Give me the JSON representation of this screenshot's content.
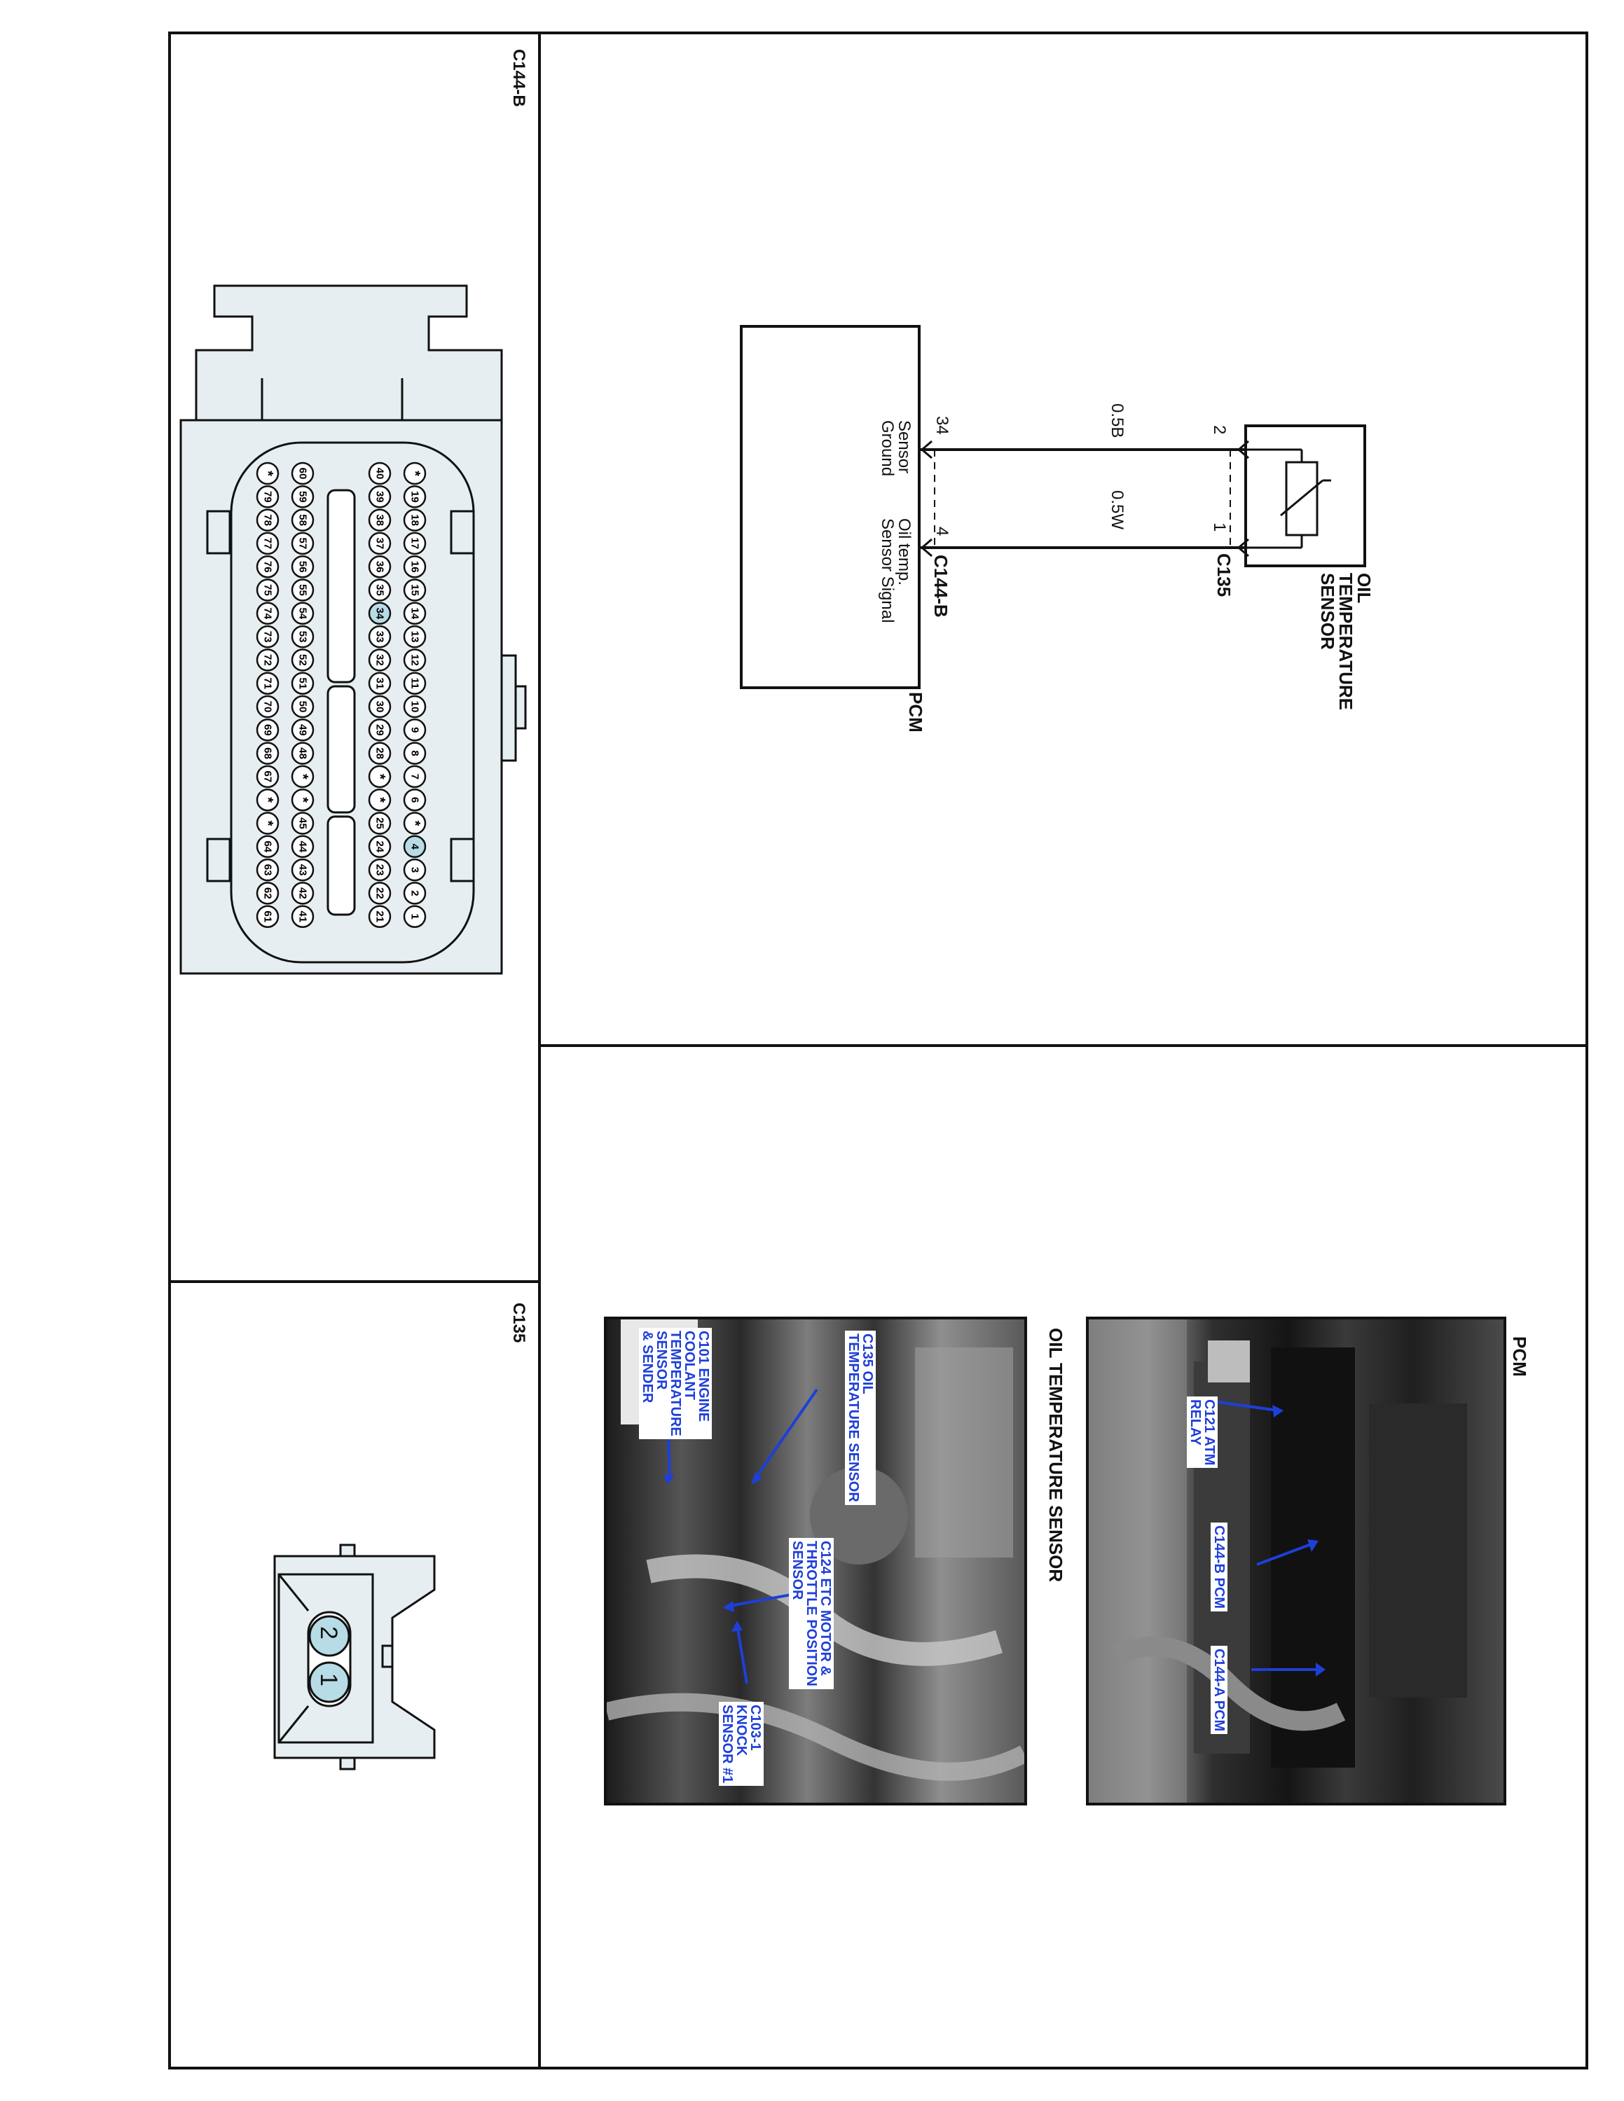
{
  "panels": {
    "c144b_title": "C144-B",
    "c135_title": "C135"
  },
  "schematic": {
    "sensor_name": "OIL\nTEMPERATURE\nSENSOR",
    "sensor_connector": "C135",
    "pcm_connector": "C144-B",
    "pcm_label": "PCM",
    "wires": [
      {
        "color": "0.5B",
        "sensor_pin": "2",
        "pcm_pin": "34",
        "signal": "Sensor\nGround"
      },
      {
        "color": "0.5W",
        "sensor_pin": "1",
        "pcm_pin": "4",
        "signal": "Oil temp.\nSensor Signal"
      }
    ]
  },
  "c144b_pins": {
    "rows": [
      [
        "*",
        "19",
        "18",
        "17",
        "16",
        "15",
        "14",
        "13",
        "12",
        "11",
        "10",
        "9",
        "8",
        "7",
        "6",
        "*",
        "4",
        "3",
        "2",
        "1"
      ],
      [
        "40",
        "39",
        "38",
        "37",
        "36",
        "35",
        "34",
        "33",
        "32",
        "31",
        "30",
        "29",
        "28",
        "*",
        "*",
        "25",
        "24",
        "23",
        "22",
        "21"
      ],
      [
        "60",
        "59",
        "58",
        "57",
        "56",
        "55",
        "54",
        "53",
        "52",
        "51",
        "50",
        "49",
        "48",
        "*",
        "*",
        "45",
        "44",
        "43",
        "42",
        "41"
      ],
      [
        "*",
        "79",
        "78",
        "77",
        "76",
        "75",
        "74",
        "73",
        "72",
        "71",
        "70",
        "69",
        "68",
        "67",
        "*",
        "*",
        "64",
        "63",
        "62",
        "61"
      ]
    ],
    "highlighted": [
      "4",
      "34"
    ],
    "highlight_color": "#b7dce6"
  },
  "c135_pins": [
    "2",
    "1"
  ],
  "photos": {
    "pcm": {
      "title": "PCM",
      "callouts": [
        "C121 ATM\nRELAY",
        "C144-B PCM",
        "C144-A PCM"
      ]
    },
    "oil_sensor": {
      "title": "OIL TEMPERATURE SENSOR",
      "callouts": [
        "C135 OIL\nTEMPERATURE SENSOR",
        "C101 ENGINE\nCOOLANT\nTEMPERATURE\nSENSOR\n& SENDER",
        "C124 ETC MOTOR &\nTHROTTLE POSITION\nSENSOR",
        "C103-1\nKNOCK\nSENSOR #1"
      ]
    }
  },
  "colors": {
    "connector_fill": "#e6eef1",
    "pin_highlight": "#b7dce6",
    "callout_blue": "#1e3fd8"
  }
}
